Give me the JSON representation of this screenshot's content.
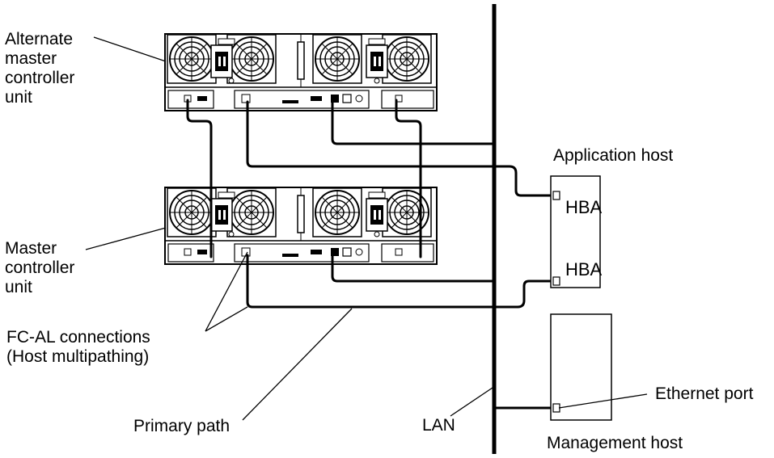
{
  "labels": {
    "alternate_master": [
      "Alternate",
      "master",
      "controller",
      "unit"
    ],
    "master": [
      "Master",
      "controller",
      "unit"
    ],
    "fcal": [
      "FC-AL connections",
      "(Host multipathing)"
    ],
    "primary_path": "Primary path",
    "lan": "LAN",
    "application_host": "Application host",
    "management_host": "Management host",
    "ethernet_port": "Ethernet port",
    "hba_top": "HBA",
    "hba_bottom": "HBA"
  },
  "colors": {
    "line": "#000000",
    "background": "#ffffff"
  },
  "icons": [
    "fan-icon",
    "power-socket-icon",
    "fc-port-icon",
    "ethernet-port-icon"
  ]
}
